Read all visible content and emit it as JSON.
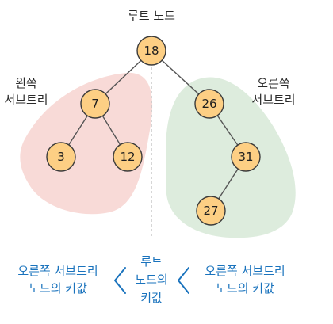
{
  "root_label": "루트 노드",
  "left_subtree_label": [
    "왼쪽",
    "서브트리"
  ],
  "right_subtree_label": [
    "오른쪽",
    "서브트리"
  ],
  "nodes": {
    "root": "18",
    "left": "7",
    "left_left": "3",
    "left_right": "12",
    "right": "26",
    "right_right": "31",
    "right_right_left": "27"
  },
  "comparison": {
    "right_keys": [
      "오른쪽 서브트리",
      "노드의 키값"
    ],
    "root_key": [
      "루트",
      "노드의",
      "키값"
    ],
    "left_keys": [
      "오른쪽 서브트리",
      "노드의 키값"
    ]
  },
  "colors": {
    "node_fill": "#fdcf84",
    "node_stroke": "#3b3b3b",
    "edge": "#555555",
    "left_region": "#f7d4d0",
    "right_region": "#d9ead9",
    "divider": "#c8c8c8",
    "accent_blue": "#1a73bd"
  }
}
